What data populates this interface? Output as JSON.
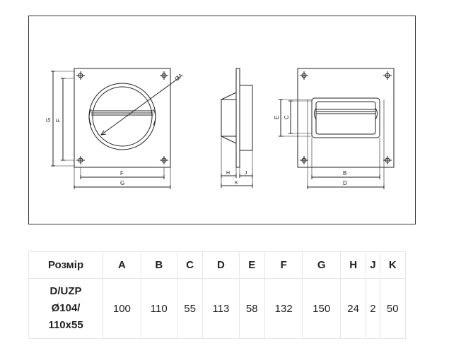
{
  "diagram": {
    "labels": {
      "a": "ØA",
      "b": "B",
      "c": "C",
      "d": "D",
      "e": "E",
      "f": "F",
      "g": "G",
      "h": "H",
      "j": "J",
      "k": "K"
    }
  },
  "table": {
    "headers": [
      "Розмір",
      "A",
      "B",
      "C",
      "D",
      "E",
      "F",
      "G",
      "H",
      "J",
      "K"
    ],
    "size_label_lines": [
      "D/UZP",
      "Ø104/",
      "110x55"
    ],
    "values": [
      "100",
      "110",
      "55",
      "113",
      "58",
      "132",
      "150",
      "24",
      "2",
      "50"
    ]
  }
}
